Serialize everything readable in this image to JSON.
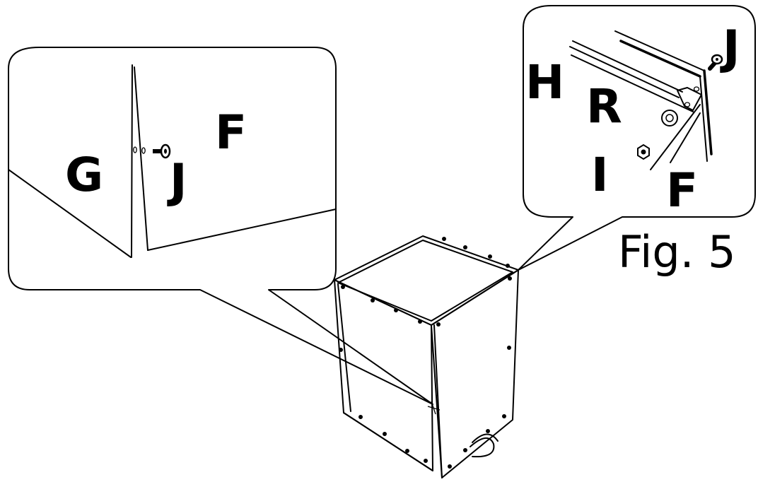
{
  "left_callout": {
    "labels": {
      "g": "G",
      "j": "J",
      "f": "F"
    }
  },
  "right_callout": {
    "labels": {
      "h": "H",
      "r": "R",
      "j": "J",
      "i": "I",
      "f": "F"
    }
  },
  "figure_caption": "Fig. 5",
  "colors": {
    "ink": "#000000",
    "paper": "#ffffff"
  },
  "icons": [
    "screw-icon",
    "nut-icon",
    "washer-icon"
  ]
}
